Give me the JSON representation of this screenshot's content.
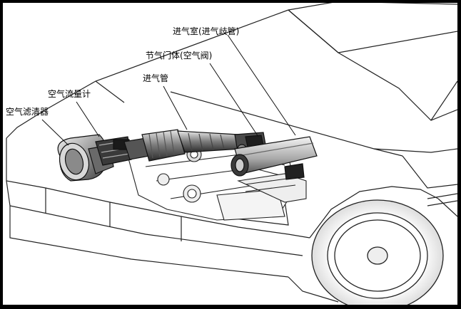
{
  "labels": {
    "air_filter": "空气滤清器",
    "air_flow_meter": "空气流量计",
    "intake_pipe": "进气管",
    "throttle_body": "节气门体(空气阀)",
    "intake_chamber": "进气室(进气歧管)"
  },
  "colors": {
    "background": "#ffffff",
    "frame": "#000000",
    "line": "#222222",
    "shade_dark": "#2a2a2a",
    "shade_mid": "#8a8a8a",
    "shade_light": "#d0d0d0"
  }
}
